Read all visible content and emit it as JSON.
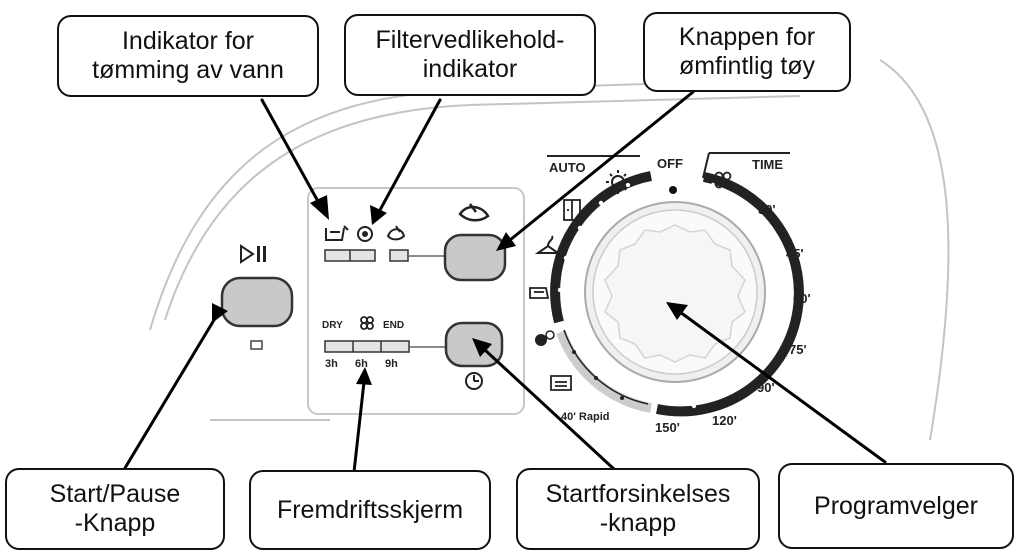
{
  "callouts": {
    "drain_indicator": "Indikator for\ntømming av vann",
    "filter_indicator": "Filtervedlikehold-\nindikator",
    "delicate_button": "Knappen for\nømfintlig tøy",
    "start_pause": "Start/Pause\n-Knapp",
    "progress_display": "Fremdriftsskjerm",
    "delay_button": "Startforsinkelses\n-knapp",
    "program_selector": "Programvelger"
  },
  "panel": {
    "progress_labels": [
      "DRY",
      "END",
      "3h",
      "6h",
      "9h"
    ]
  },
  "dial": {
    "auto_label": "AUTO",
    "off_label": "OFF",
    "time_label": "TIME",
    "time_marks": [
      "30'",
      "45'",
      "60'",
      "75'",
      "90'",
      "120'",
      "150'"
    ],
    "rapid_label": "40' Rapid"
  },
  "icons": [
    "play-pause-icon",
    "water-drain-icon",
    "filter-icon",
    "delicate-icon",
    "fan-icon",
    "clock-icon",
    "sun-icon",
    "cupboard-icon",
    "hanger-icon",
    "iron-icon",
    "wool-icon",
    "blanket-icon"
  ]
}
